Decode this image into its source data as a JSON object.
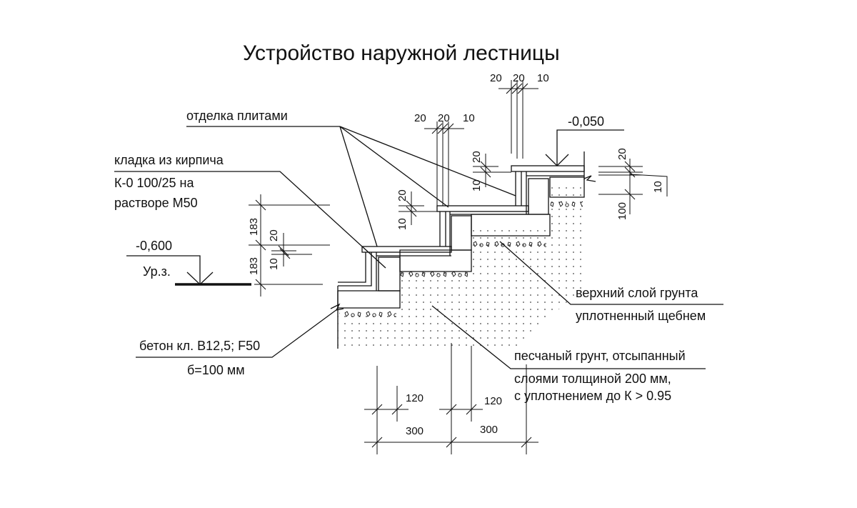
{
  "title": "Устройство наружной лестницы",
  "callouts": {
    "tile_finish": "отделка плитами",
    "brick_masonry": "кладка из кирпича",
    "brick_spec_1": "К-0 100/25 на",
    "brick_spec_2": "растворе М50",
    "concrete": "бетон кл. В12,5; F50",
    "concrete_thickness": "б=100 мм",
    "top_soil": "верхний слой грунта",
    "gravel": "уплотненный щебнем",
    "sand_1": "песчаный грунт, отсыпанный",
    "sand_2": "слоями толщиной 200 мм,",
    "sand_3": "с уплотнением до К > 0.95"
  },
  "levels": {
    "ground_value": "-0,600",
    "ground_label": "Ур.з.",
    "top_value": "-0,050"
  },
  "dimensions": {
    "riser_1": "183",
    "riser_2": "183",
    "tile_20_left": "20",
    "tile_10_left": "10",
    "tile_20_step2": "20",
    "tile_10_step2": "10",
    "tile_20_step3": "20",
    "tile_10_step3": "10",
    "top_a_1": "20",
    "top_a_2": "20",
    "top_a_3": "10",
    "top_b_1": "20",
    "top_b_2": "20",
    "top_b_3": "10",
    "right_20": "20",
    "right_10": "10",
    "right_100": "100",
    "bottom_120_a": "120",
    "bottom_120_b": "120",
    "bottom_300_a": "300",
    "bottom_300_b": "300"
  }
}
